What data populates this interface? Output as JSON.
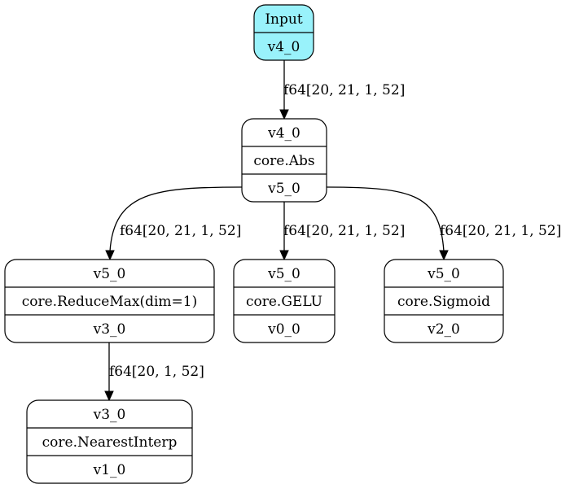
{
  "diagram": {
    "nodes": [
      {
        "id": "input",
        "rows": [
          "Input",
          "v4_0"
        ],
        "fill": "#99f2fb"
      },
      {
        "id": "abs",
        "rows": [
          "v4_0",
          "core.Abs",
          "v5_0"
        ],
        "fill": "#ffffff"
      },
      {
        "id": "reducemax",
        "rows": [
          "v5_0",
          "core.ReduceMax(dim=1)",
          "v3_0"
        ],
        "fill": "#ffffff"
      },
      {
        "id": "gelu",
        "rows": [
          "v5_0",
          "core.GELU",
          "v0_0"
        ],
        "fill": "#ffffff"
      },
      {
        "id": "sigmoid",
        "rows": [
          "v5_0",
          "core.Sigmoid",
          "v2_0"
        ],
        "fill": "#ffffff"
      },
      {
        "id": "nearestinterp",
        "rows": [
          "v3_0",
          "core.NearestInterp",
          "v1_0"
        ],
        "fill": "#ffffff"
      }
    ],
    "edges": [
      {
        "from": "input",
        "to": "abs",
        "label": "f64[20, 21, 1, 52]"
      },
      {
        "from": "abs",
        "to": "reducemax",
        "label": "f64[20, 21, 1, 52]"
      },
      {
        "from": "abs",
        "to": "gelu",
        "label": "f64[20, 21, 1, 52]"
      },
      {
        "from": "abs",
        "to": "sigmoid",
        "label": "f64[20, 21, 1, 52]"
      },
      {
        "from": "reducemax",
        "to": "nearestinterp",
        "label": "f64[20, 1, 52]"
      }
    ]
  }
}
